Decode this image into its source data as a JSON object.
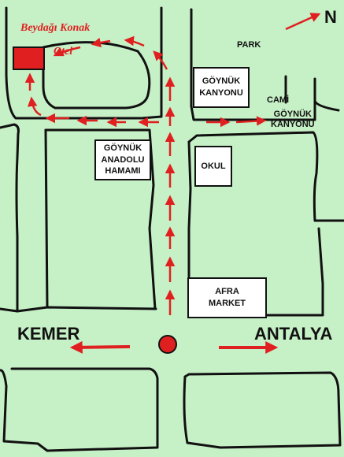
{
  "hotel": {
    "name": "Beydağı Konak",
    "subtitle": "Otel"
  },
  "compass": {
    "north": "N"
  },
  "places": {
    "park": "PARK",
    "cami": "CAMİ",
    "goynuk_kanyonu_box": "GÖYNÜK\nKANYONU",
    "goynuk_kanyonu_direction": "GÖYNÜK\nKANYONU",
    "hamam": "GÖYNÜK\nANADOLU\nHAMAMI",
    "okul": "OKUL",
    "market": "AFRA\nMARKET"
  },
  "directions": {
    "west": "KEMER",
    "east": "ANTALYA"
  },
  "colors": {
    "background": "#c6f0c6",
    "road_outline": "#111111",
    "route": "#e02020",
    "building": "#ffffff"
  }
}
